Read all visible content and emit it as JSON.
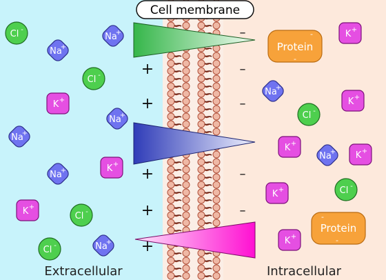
{
  "title": "Cell membrane",
  "sides": {
    "outside": "Extracellular",
    "inside": "Intracellular"
  },
  "charges": {
    "positive": "+",
    "negative": "–"
  },
  "ion_labels": {
    "na": [
      "Na",
      "+"
    ],
    "k": [
      "K",
      "+"
    ],
    "cl": [
      "Cl",
      "-"
    ]
  },
  "protein": {
    "label": "Protein",
    "charge": "-"
  },
  "colors": {
    "extracellular": "#c8f3fb",
    "intracellular": "#fde9dc",
    "sodium": "#6f73f0",
    "potassium": "#e54fe2",
    "chloride": "#4ecf4e",
    "protein": "#f7a23a",
    "lipid": "#efb8a5",
    "lipid_stroke": "#b0503a",
    "gradient_na": "#3a45c6",
    "gradient_k": "#ff1fd6",
    "gradient_cl": "#3bb34b"
  }
}
